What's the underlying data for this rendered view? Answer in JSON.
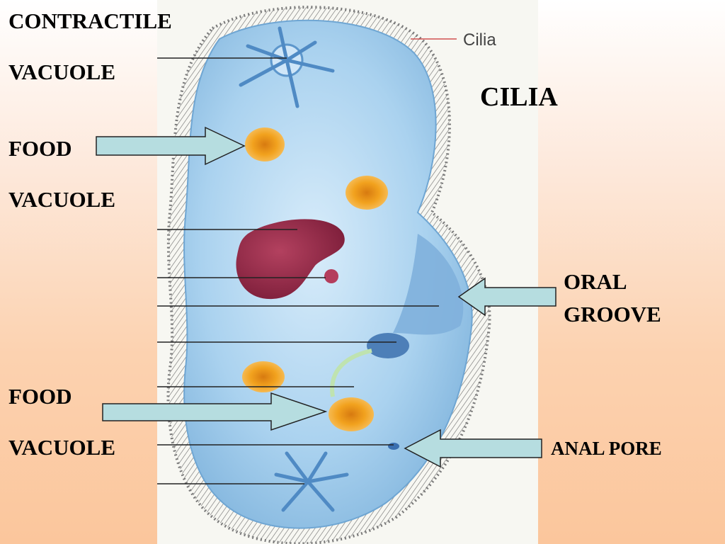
{
  "labels": {
    "contractile_1": "CONTRACTILE",
    "contractile_2": "VACUOLE",
    "food_top_1": "FOOD",
    "food_top_2": "VACUOLE",
    "cilia": "CILIA",
    "oral_1": "ORAL",
    "oral_2": "GROOVE",
    "food_bottom_1": "FOOD",
    "food_bottom_2": "VACUOLE",
    "anal_pore": "ANAL PORE"
  },
  "image_caption": {
    "cilia": "Cilia"
  },
  "colors": {
    "arrow_fill": "#b6dde0",
    "arrow_stroke": "#222222",
    "cell_fill": "#a9d2ee",
    "nucleus": "#9b2a4a",
    "food_vacuole": "#f0a020"
  }
}
